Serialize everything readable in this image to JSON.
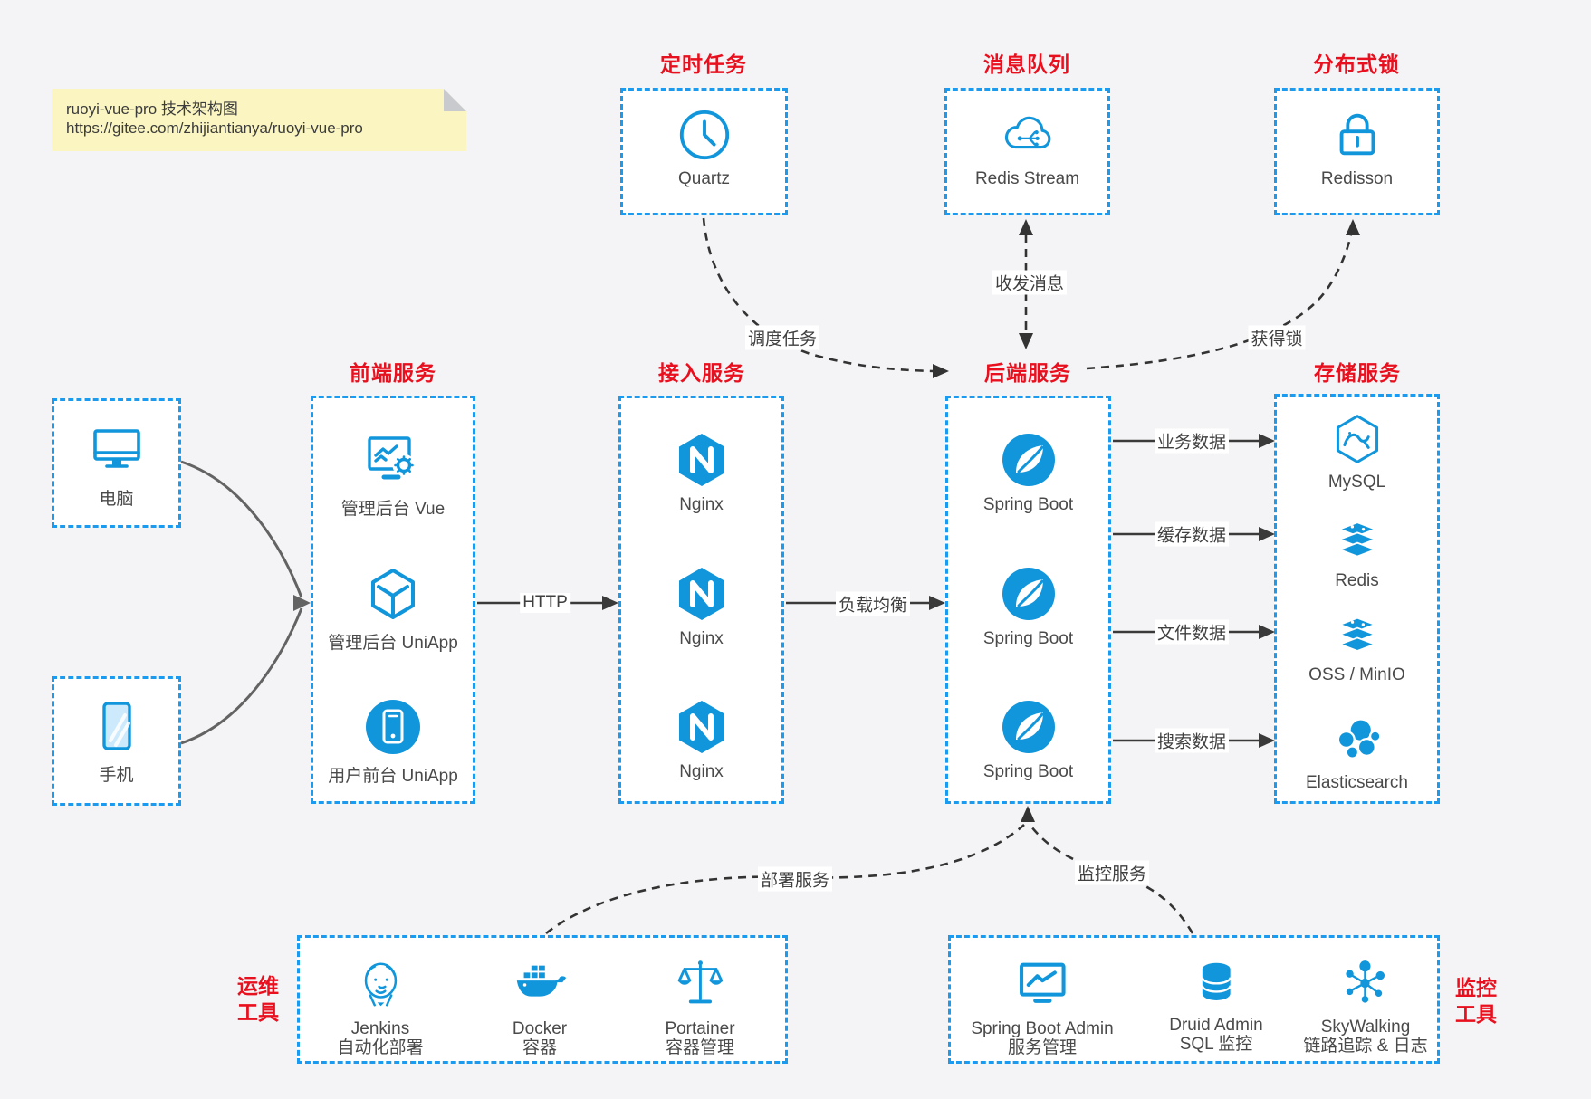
{
  "note": {
    "line1": "ruoyi-vue-pro 技术架构图",
    "line2": "https://gitee.com/zhijiantianya/ruoyi-vue-pro"
  },
  "top_groups": [
    {
      "title": "定时任务",
      "item": {
        "label": "Quartz",
        "icon": "clock-icon"
      }
    },
    {
      "title": "消息队列",
      "item": {
        "label": "Redis Stream",
        "icon": "cloud-mq-icon"
      }
    },
    {
      "title": "分布式锁",
      "item": {
        "label": "Redisson",
        "icon": "lock-icon"
      }
    }
  ],
  "devices": [
    {
      "label": "电脑",
      "icon": "desktop-icon"
    },
    {
      "label": "手机",
      "icon": "phone-icon"
    }
  ],
  "columns": [
    {
      "title": "前端服务",
      "items": [
        {
          "label": "管理后台 Vue",
          "icon": "admin-screen-gear-icon"
        },
        {
          "label": "管理后台 UniApp",
          "icon": "cube-icon"
        },
        {
          "label": "用户前台 UniApp",
          "icon": "mobile-app-circle-icon"
        }
      ]
    },
    {
      "title": "接入服务",
      "items": [
        {
          "label": "Nginx",
          "icon": "nginx-icon"
        },
        {
          "label": "Nginx",
          "icon": "nginx-icon"
        },
        {
          "label": "Nginx",
          "icon": "nginx-icon"
        }
      ]
    },
    {
      "title": "后端服务",
      "items": [
        {
          "label": "Spring Boot",
          "icon": "spring-icon"
        },
        {
          "label": "Spring Boot",
          "icon": "spring-icon"
        },
        {
          "label": "Spring Boot",
          "icon": "spring-icon"
        }
      ]
    },
    {
      "title": "存储服务",
      "items": [
        {
          "label": "MySQL",
          "icon": "mysql-icon"
        },
        {
          "label": "Redis",
          "icon": "redis-stack-icon"
        },
        {
          "label": "OSS / MinIO",
          "icon": "redis-stack-icon"
        },
        {
          "label": "Elasticsearch",
          "icon": "elasticsearch-icon"
        }
      ]
    }
  ],
  "bottom_groups": [
    {
      "side_line1": "运维",
      "side_line2": "工具",
      "items": [
        {
          "label": "Jenkins",
          "sublabel": "自动化部署",
          "icon": "jenkins-icon"
        },
        {
          "label": "Docker",
          "sublabel": "容器",
          "icon": "docker-icon"
        },
        {
          "label": "Portainer",
          "sublabel": "容器管理",
          "icon": "scales-icon"
        }
      ]
    },
    {
      "side_line1": "监控",
      "side_line2": "工具",
      "items": [
        {
          "label": "Spring Boot Admin",
          "sublabel": "服务管理",
          "icon": "monitor-chart-icon"
        },
        {
          "label": "Druid Admin",
          "sublabel": "SQL 监控",
          "icon": "database-icon"
        },
        {
          "label": "SkyWalking",
          "sublabel": "链路追踪 & 日志",
          "icon": "network-graph-icon"
        }
      ]
    }
  ],
  "edges": {
    "http": "HTTP",
    "load_balance": "负载均衡",
    "schedule": "调度任务",
    "mq": "收发消息",
    "lock": "获得锁",
    "business": "业务数据",
    "cache": "缓存数据",
    "file": "文件数据",
    "search": "搜索数据",
    "deploy": "部署服务",
    "monitor": "监控服务"
  },
  "colors": {
    "icon_blue": "#1296db",
    "border_blue": "#1b9bf0",
    "title_red": "#e8101e",
    "note_bg": "#faf5c1",
    "arrow_dark": "#3a3a3a",
    "connector_gray": "#636363",
    "label_text": "#4a4a4a",
    "canvas_bg": "#f4f4f6"
  }
}
